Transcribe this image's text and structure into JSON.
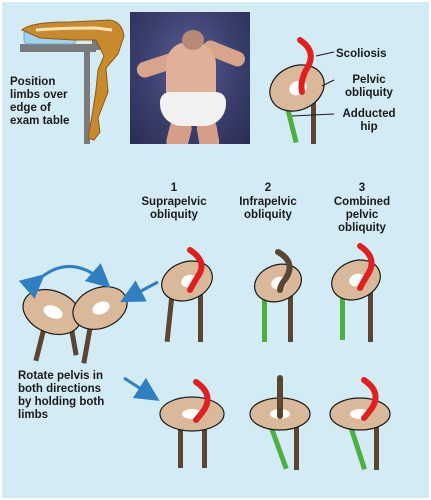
{
  "top": {
    "table_label": "Position\nlimbs over\nedge of\nexam table",
    "legend": {
      "scoliosis": "Scoliosis",
      "pelvic_obliquity": "Pelvic\nobliquity",
      "adducted_hip": "Adducted\nhip"
    }
  },
  "columns": [
    {
      "number": "1",
      "label": "Suprapelvic\nobliquity"
    },
    {
      "number": "2",
      "label": "Infrapelvic\nobliquity"
    },
    {
      "number": "3",
      "label": "Combined\npelvic\nobliquity"
    }
  ],
  "rotate_label": "Rotate pelvis in\nboth directions\nby holding both\nlimbs",
  "colors": {
    "background": "#d3ebf5",
    "pelvis": "#d9b99a",
    "pelvis_outline": "#1a1a1a",
    "leg": "#5a4630",
    "adducted_leg": "#4caf3f",
    "spine_scoliosis": "#e02020",
    "spine_neutral": "#5a4630",
    "arrow": "#2f7fc1",
    "table_wood": "#c98a2e"
  },
  "icons": [
    "exam-table-illustration",
    "patient-photo",
    "pelvis-icon",
    "rotate-arrow-icon"
  ]
}
